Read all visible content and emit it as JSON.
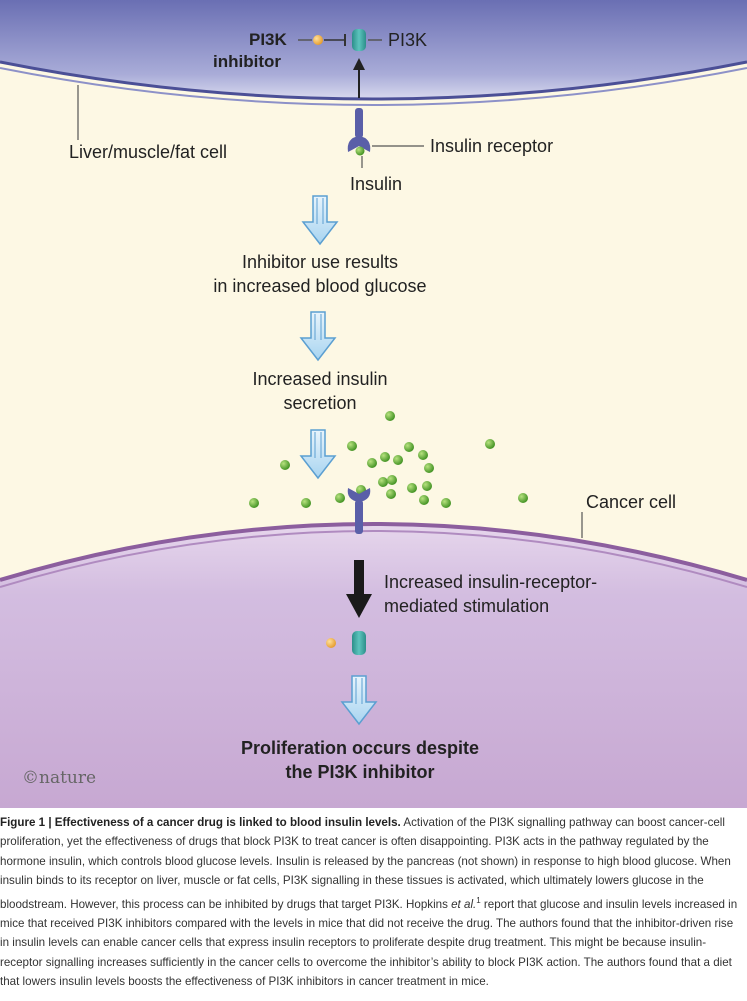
{
  "labels": {
    "pi3k_inhibitor_line1": "PI3K",
    "pi3k_inhibitor_line2": "inhibitor",
    "pi3k": "PI3K",
    "liver_cell": "Liver/muscle/fat cell",
    "insulin_receptor": "Insulin receptor",
    "insulin": "Insulin",
    "step1_line1": "Inhibitor use results",
    "step1_line2": "in increased blood glucose",
    "step2_line1": "Increased insulin",
    "step2_line2": "secretion",
    "cancer_cell": "Cancer cell",
    "step3_line1": "Increased insulin-receptor-",
    "step3_line2": "mediated stimulation",
    "result_line1": "Proliferation occurs despite",
    "result_line2": "the PI3K inhibitor",
    "logo": "©nature"
  },
  "caption": {
    "figure_number": "Figure 1 |",
    "heading": "Effectiveness of a cancer drug is linked to blood insulin levels.",
    "text_part1": "Activation of the PI3K signalling pathway can boost cancer-cell proliferation, yet the effectiveness of drugs that block PI3K to treat cancer is often disappointing. PI3K acts in the pathway regulated by the hormone insulin, which controls blood glucose levels. Insulin is released by the pancreas (not shown) in response to high blood glucose. When insulin binds to its receptor on liver, muscle or fat cells, PI3K signalling in these tissues is activated, which ultimately lowers glucose in the bloodstream. However, this process can be inhibited by drugs that target PI3K. Hopkins ",
    "et_al": "et al.",
    "ref": "1",
    "text_part2": " report that glucose and insulin levels increased in mice that received PI3K inhibitors compared with the levels in mice that did not receive the drug. The authors found that the inhibitor-driven rise in insulin levels can enable cancer cells that express insulin receptors to proliferate despite drug treatment. This might be because insulin-receptor signalling increases sufficiently in the cancer cells to overcome the inhibitor’s ability to block PI3K action. The authors found that a diet that lowers insulin levels boosts the effectiveness of PI3K inhibitors in cancer treatment in mice."
  },
  "colors": {
    "background": "#fdf8e4",
    "liver_cell_fill": "#6a6fb3",
    "cancer_cell_fill": "#c7a8d2",
    "receptor": "#6a6fb3",
    "insulin_dot": "#6cb33a",
    "pi3k": "#3fa9a3",
    "inhibitor_dot": "#f2b24a",
    "flow_arrow": "#a8d4f0"
  }
}
